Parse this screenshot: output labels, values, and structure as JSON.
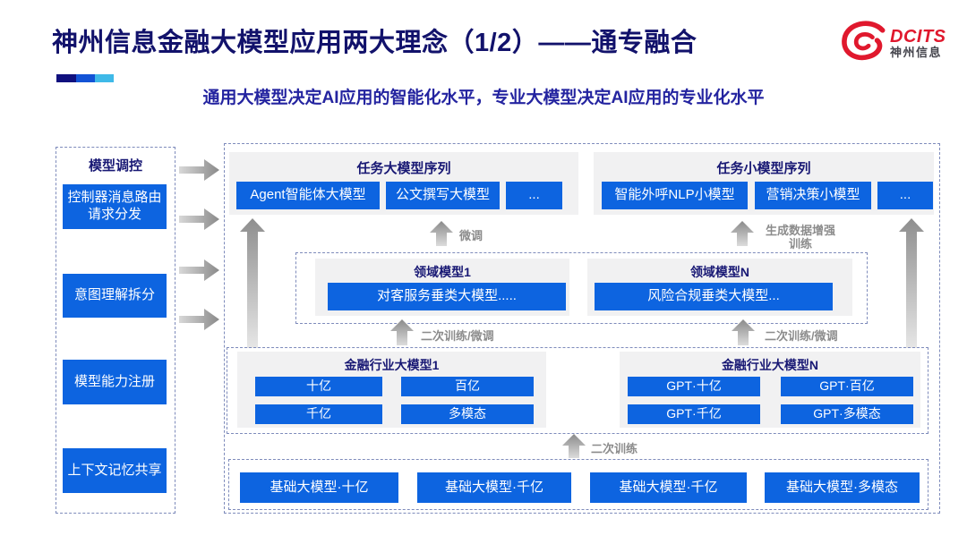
{
  "header": {
    "title": "神州信息金融大模型应用两大理念（1/2）——通专融合",
    "subtitle": "通用大模型决定AI应用的智能化水平，专业大模型决定AI应用的专业化水平",
    "logo": {
      "icon": "dcits-swirl-icon",
      "brand": "DCITS",
      "company": "神州信息"
    }
  },
  "colors": {
    "node_blue": "#0D64E0",
    "title_navy": "#12126B",
    "subtitle_blue": "#2424A0",
    "logo_red": "#E0182D",
    "flow_gray": "#8C8C8C",
    "accent_segments": [
      "#10107E",
      "#1353D6",
      "#3FB9E8"
    ]
  },
  "sidebar": {
    "title": "模型调控",
    "items": [
      {
        "label": "控制器消息路由请求分发"
      },
      {
        "label": "意图理解拆分"
      },
      {
        "label": "模型能力注册"
      },
      {
        "label": "上下文记忆共享"
      }
    ]
  },
  "task_large": {
    "title": "任务大模型序列",
    "items": [
      "Agent智能体大模型",
      "公文撰写大模型",
      "..."
    ]
  },
  "task_small": {
    "title": "任务小模型序列",
    "items": [
      "智能外呼NLP小模型",
      "营销决策小模型",
      "..."
    ]
  },
  "domain": {
    "d1": {
      "title": "领域模型1",
      "item": "对客服务垂类大模型....."
    },
    "dn": {
      "title": "领域模型N",
      "item": "风险合规垂类大模型..."
    }
  },
  "industry": {
    "i1": {
      "title": "金融行业大模型1",
      "items": [
        "十亿",
        "百亿",
        "千亿",
        "多模态"
      ]
    },
    "in": {
      "title": "金融行业大模型N",
      "items": [
        "GPT·十亿",
        "GPT·百亿",
        "GPT·千亿",
        "GPT·多模态"
      ]
    }
  },
  "base": {
    "items": [
      "基础大模型·十亿",
      "基础大模型·千亿",
      "基础大模型·千亿",
      "基础大模型·多模态"
    ]
  },
  "flow_labels": {
    "finetune": "微调",
    "gen_data_line1": "生成数据增强",
    "gen_data_line2": "训练",
    "retrain_finetune_left": "二次训练/微调",
    "retrain_finetune_right": "二次训练/微调",
    "retrain": "二次训练"
  }
}
